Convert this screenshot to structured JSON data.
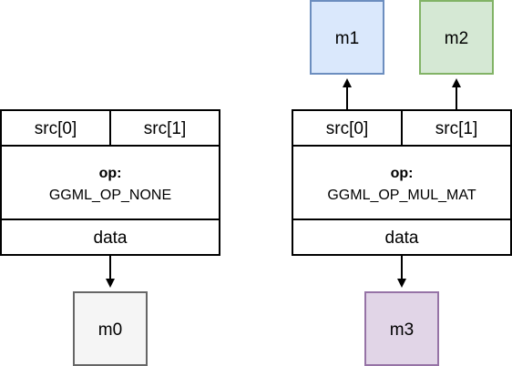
{
  "colors": {
    "m0_fill": "#f5f5f5",
    "m0_stroke": "#666666",
    "m1_fill": "#dae8fc",
    "m1_stroke": "#6c8ebf",
    "m2_fill": "#d5e8d4",
    "m2_stroke": "#82b366",
    "m3_fill": "#e1d5e7",
    "m3_stroke": "#9673a6",
    "m0_text": "#333333",
    "m_text": "#000000",
    "box_stroke": "#000000"
  },
  "left_tensor": {
    "src0": "src[0]",
    "src1": "src[1]",
    "op_label": "op:",
    "op_value": "GGML_OP_NONE",
    "data": "data"
  },
  "right_tensor": {
    "src0": "src[0]",
    "src1": "src[1]",
    "op_label": "op:",
    "op_value": "GGML_OP_MUL_MAT",
    "data": "data"
  },
  "nodes": {
    "m0": "m0",
    "m1": "m1",
    "m2": "m2",
    "m3": "m3"
  }
}
